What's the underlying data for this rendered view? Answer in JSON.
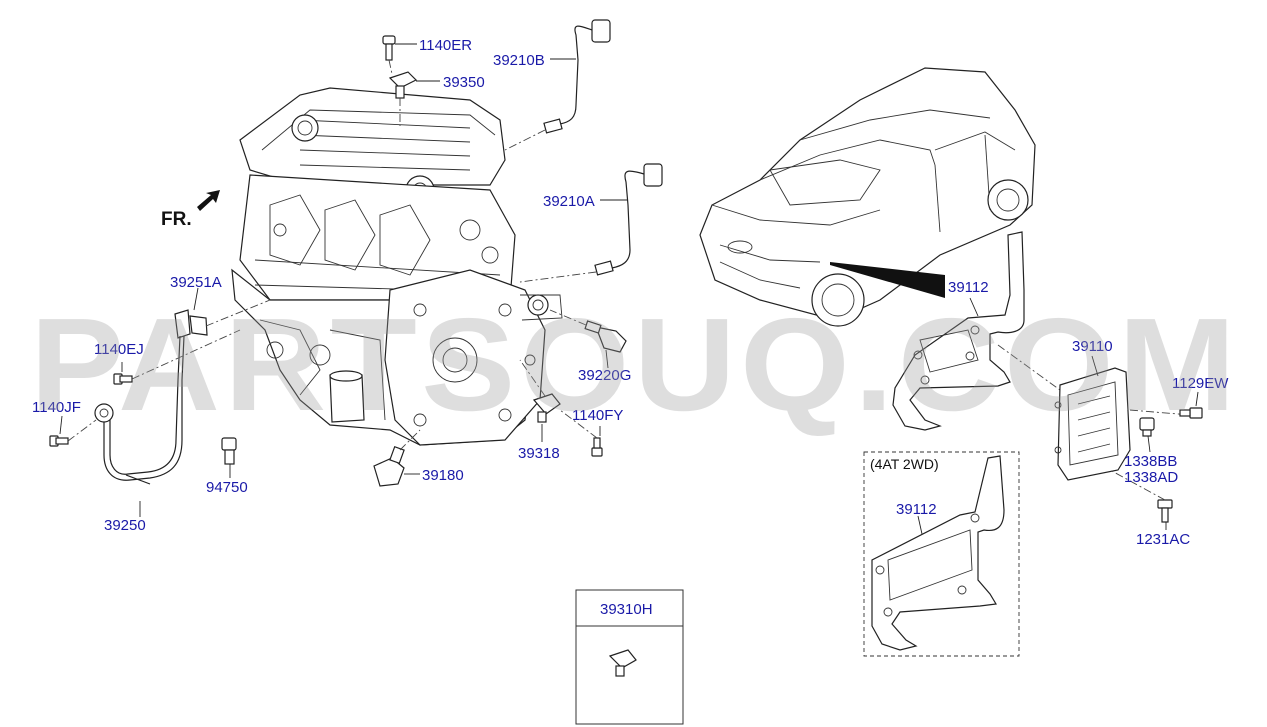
{
  "direction_marker": {
    "text": "FR."
  },
  "watermark": {
    "text": "PARTSOUQ.COM"
  },
  "inset": {
    "caption": "(4AT 2WD)"
  },
  "parts": [
    {
      "code": "1140ER"
    },
    {
      "code": "39350"
    },
    {
      "code": "39210B"
    },
    {
      "code": "39210A"
    },
    {
      "code": "39251A"
    },
    {
      "code": "1140EJ"
    },
    {
      "code": "1140JF"
    },
    {
      "code": "39250"
    },
    {
      "code": "94750"
    },
    {
      "code": "39180"
    },
    {
      "code": "39318"
    },
    {
      "code": "1140FY"
    },
    {
      "code": "39220G"
    },
    {
      "code": "39112"
    },
    {
      "code": "39110"
    },
    {
      "code": "1129EW"
    },
    {
      "code": "1338BB"
    },
    {
      "code": "1338AD"
    },
    {
      "code": "1231AC"
    },
    {
      "code": "39112"
    },
    {
      "code": "39310H"
    }
  ]
}
